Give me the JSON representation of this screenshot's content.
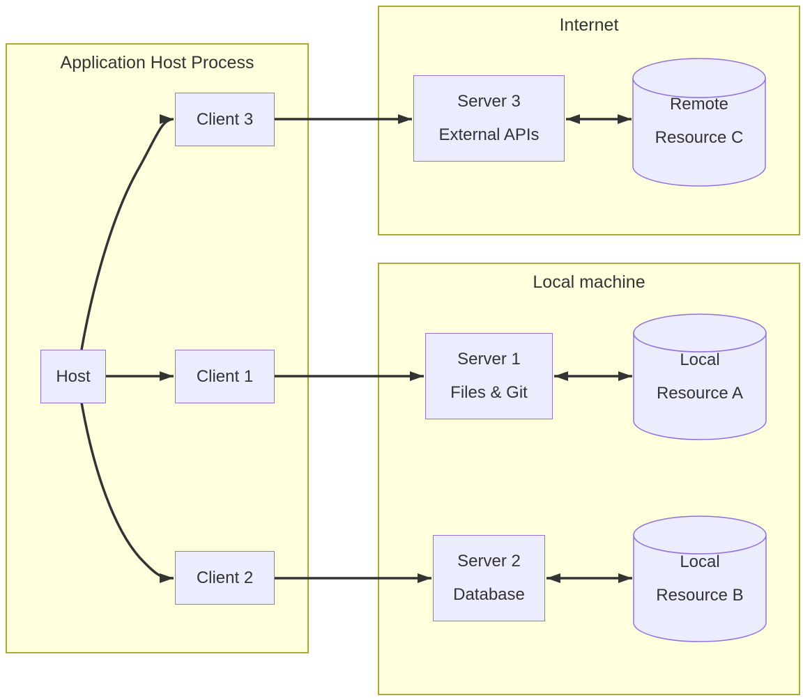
{
  "diagram": {
    "type": "flowchart",
    "clusters": [
      {
        "id": "app-host-process",
        "title": "Application Host Process"
      },
      {
        "id": "internet",
        "title": "Internet"
      },
      {
        "id": "local-machine",
        "title": "Local machine"
      }
    ],
    "nodes": {
      "host": {
        "shape": "rect",
        "cluster": "app-host-process",
        "label": "Host"
      },
      "client3": {
        "shape": "rect",
        "cluster": "app-host-process",
        "label": "Client 3"
      },
      "client1": {
        "shape": "rect",
        "cluster": "app-host-process",
        "label": "Client 1"
      },
      "client2": {
        "shape": "rect",
        "cluster": "app-host-process",
        "label": "Client 2"
      },
      "server3": {
        "shape": "rect",
        "cluster": "internet",
        "line1": "Server 3",
        "line2": "External APIs"
      },
      "resourceC": {
        "shape": "cylinder",
        "cluster": "internet",
        "line1": "Remote",
        "line2": "Resource C"
      },
      "server1": {
        "shape": "rect",
        "cluster": "local-machine",
        "line1": "Server 1",
        "line2": "Files & Git"
      },
      "resourceA": {
        "shape": "cylinder",
        "cluster": "local-machine",
        "line1": "Local",
        "line2": "Resource A"
      },
      "server2": {
        "shape": "rect",
        "cluster": "local-machine",
        "line1": "Server 2",
        "line2": "Database"
      },
      "resourceB": {
        "shape": "cylinder",
        "cluster": "local-machine",
        "line1": "Local",
        "line2": "Resource B"
      }
    },
    "edges": [
      {
        "from": "Host",
        "to": "Client 3",
        "direction": "one-way"
      },
      {
        "from": "Host",
        "to": "Client 1",
        "direction": "one-way"
      },
      {
        "from": "Host",
        "to": "Client 2",
        "direction": "one-way"
      },
      {
        "from": "Client 3",
        "to": "Server 3 External APIs",
        "direction": "one-way"
      },
      {
        "from": "Client 1",
        "to": "Server 1 Files & Git",
        "direction": "one-way"
      },
      {
        "from": "Client 2",
        "to": "Server 2 Database",
        "direction": "one-way"
      },
      {
        "from": "Server 3 External APIs",
        "to": "Remote Resource C",
        "direction": "two-way"
      },
      {
        "from": "Server 1 Files & Git",
        "to": "Local Resource A",
        "direction": "two-way"
      },
      {
        "from": "Server 2 Database",
        "to": "Local Resource B",
        "direction": "two-way"
      }
    ],
    "colors": {
      "cluster_fill": "#ffffde",
      "cluster_border": "#aaaa33",
      "node_fill": "#ececff",
      "node_border": "#9370db",
      "edge": "#333333",
      "text": "#333333",
      "canvas": "#ffffff"
    }
  }
}
